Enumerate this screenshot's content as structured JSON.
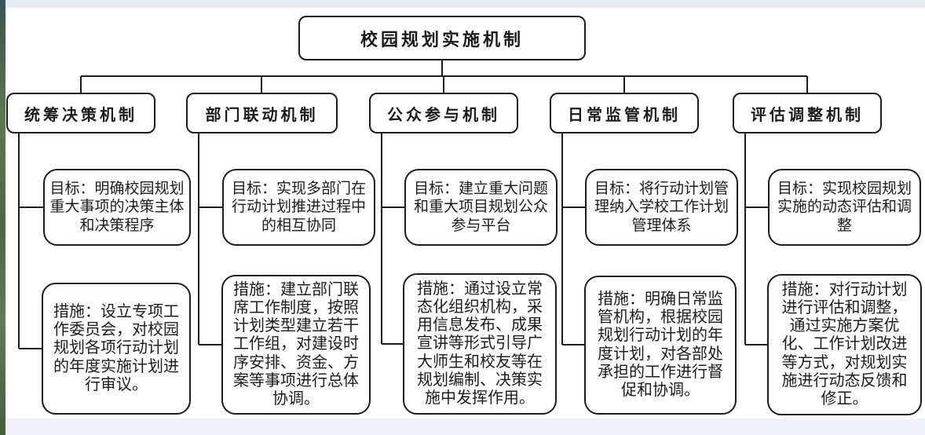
{
  "diagram": {
    "title": "校园规划实施机制",
    "branches": [
      {
        "label": "统筹决策机制",
        "goal": "目标：明确校园规划重大事项的决策主体和决策程序",
        "measure": "措施：设立专项工作委员会，对校园规划各项行动计划的年度实施计划进行审议。"
      },
      {
        "label": "部门联动机制",
        "goal": "目标：实现多部门在行动计划推进过程中的相互协同",
        "measure": "措施：建立部门联席工作制度，按照计划类型建立若干工作组，对建设时序安排、资金、方案等事项进行总体协调。"
      },
      {
        "label": "公众参与机制",
        "goal": "目标：建立重大问题和重大项目规划公众参与平台",
        "measure": "措施：通过设立常态化组织机构，采用信息发布、成果宣讲等形式引导广大师生和校友等在规划编制、决策实施中发挥作用。"
      },
      {
        "label": "日常监管机制",
        "goal": "目标：将行动计划管理纳入学校工作计划管理体系",
        "measure": "措施：明确日常监管机构，根据校园规划行动计划的年度计划，对各部处承担的工作进行督促和协调。"
      },
      {
        "label": "评估调整机制",
        "goal": "目标：实现校园规划实施的动态评估和调整",
        "measure": "措施：对行动计划进行评估和调整，通过实施方案优化、工作计划改进等方式，对规划实施进行动态反馈和修正。"
      }
    ],
    "colors": {
      "line": "#1c1c1c",
      "box_background": "#ffffff",
      "top_strip": "#e6eaf1",
      "bottom_strip": "#eff2f7",
      "wallpaper_green": "#5c7a4e"
    }
  }
}
